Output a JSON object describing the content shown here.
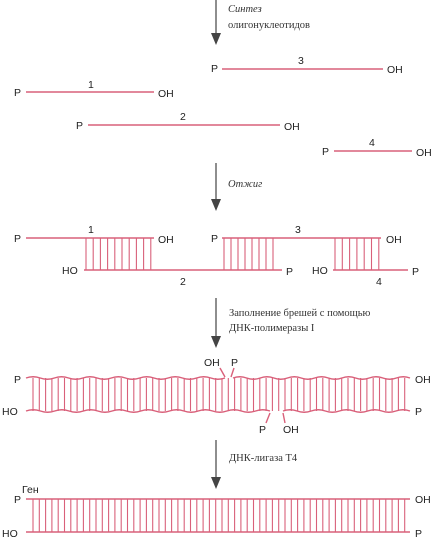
{
  "steps": {
    "step1": [
      "Синтез",
      "олигонуклеотидов"
    ],
    "step2": "Отжиг",
    "step3": [
      "Заполнение брешей с помощью",
      "ДНК-полимеразы I"
    ],
    "step4": "ДНК-лигаза Т4"
  },
  "ends": {
    "p": "P",
    "oh": "OH",
    "ho": "HO"
  },
  "fragments": {
    "f1": "1",
    "f2": "2",
    "f3": "3",
    "f4": "4"
  },
  "gene_label": "Ген",
  "colors": {
    "strand": "#d9607a",
    "text": "#222222",
    "arrow": "#444444"
  }
}
